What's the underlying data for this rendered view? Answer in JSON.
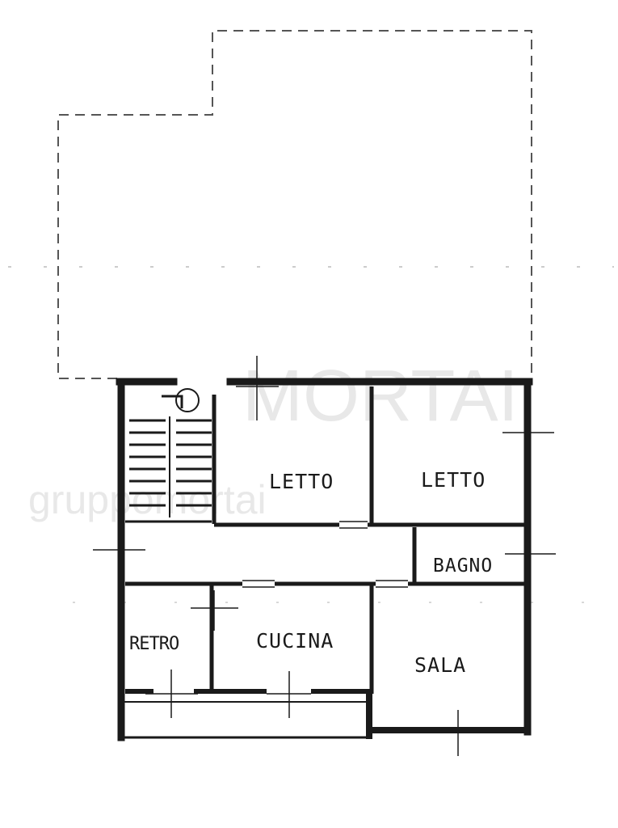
{
  "plan": {
    "rooms": [
      {
        "id": "letto-1",
        "label": "LETTO"
      },
      {
        "id": "letto-2",
        "label": "LETTO"
      },
      {
        "id": "bagno",
        "label": "BAGNO"
      },
      {
        "id": "retro",
        "label": "RETRO"
      },
      {
        "id": "cucina",
        "label": "CUCINA"
      },
      {
        "id": "sala",
        "label": "SALA"
      }
    ],
    "watermark": {
      "brand": "MORTAI",
      "sub": "gruppomortai"
    },
    "colors": {
      "wall": "#1a1a1a",
      "dashed": "#555555",
      "watermark": "#e6e6e6"
    }
  }
}
